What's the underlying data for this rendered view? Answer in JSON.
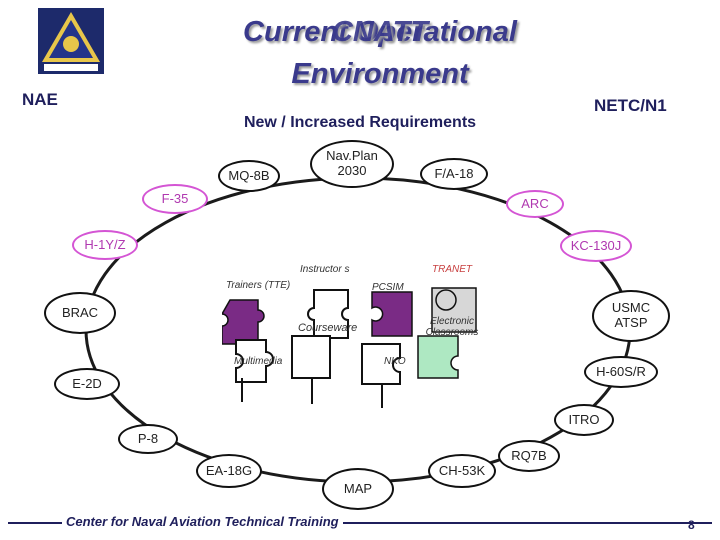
{
  "header": {
    "title_overlap_a": "Current Operational",
    "title_overlap_b": "CNATT",
    "title_line2": "Environment",
    "left_label": "NAE",
    "right_label": "NETC/N1",
    "subtitle": "New / Increased Requirements"
  },
  "nodes": {
    "mq8b": "MQ-8B",
    "navplan": "Nav.Plan 2030",
    "fa18": "F/A-18",
    "f35": "F-35",
    "arc": "ARC",
    "h1yz": "H-1Y/Z",
    "kc130j": "KC-130J",
    "brac": "BRAC",
    "usmc_atsp": "USMC ATSP",
    "e2d": "E-2D",
    "h60sr": "H-60S/R",
    "itro": "ITRO",
    "p8": "P-8",
    "rq7b": "RQ7B",
    "ea18g": "EA-18G",
    "ch53k": "CH-53K",
    "map": "MAP"
  },
  "puzzle_labels": {
    "instructors": "Instructor s",
    "tranet": "TRANET",
    "trainers": "Trainers (TTE)",
    "pcsim": "PCSIM",
    "courseware": "Courseware",
    "electronic": "Electronic Classrooms",
    "multimedia": "Multimedia",
    "nko": "NKO"
  },
  "colors": {
    "title": "#3a3a8c",
    "ring": "#1b1b1b",
    "puzzle_purple": "#7a2b85",
    "puzzle_grey": "#d7d7d7",
    "puzzle_green": "#aee8c2"
  },
  "footer": {
    "text": "Center for Naval Aviation Technical Training",
    "page": "8"
  }
}
